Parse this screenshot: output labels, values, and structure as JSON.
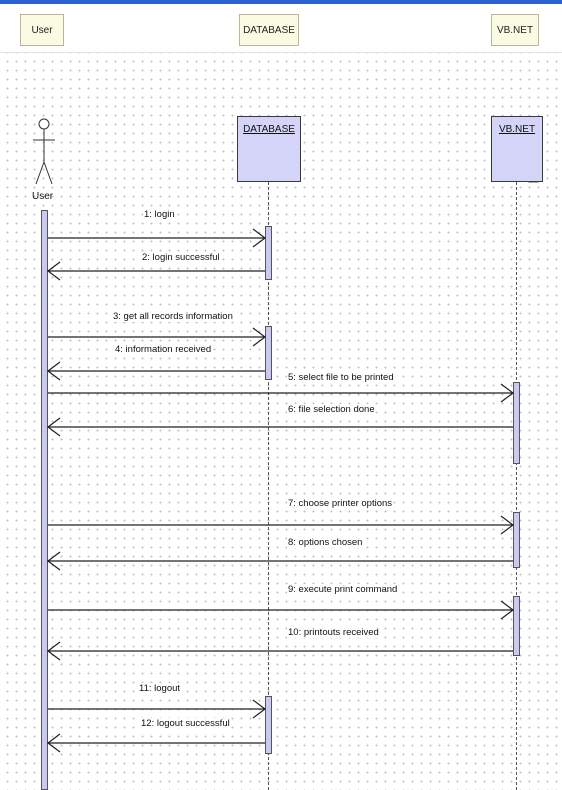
{
  "header": {
    "user": "User",
    "database": "DATABASE",
    "vbnet": "VB.NET"
  },
  "participants": {
    "actor": "User",
    "database": "DATABASE",
    "vbnet": "VB.NET"
  },
  "messages": {
    "m1": "1: login",
    "m2": "2: login successful",
    "m3": "3: get all records information",
    "m4": "4: information received",
    "m5": "5: select file to be printed",
    "m6": "6: file selection done",
    "m7": "7: choose printer options",
    "m8": "8: options chosen",
    "m9": "9: execute print command",
    "m10": "10: printouts received",
    "m11": "11: logout",
    "m12": "12: logout successful"
  },
  "colors": {
    "activation": "#c9c9f3",
    "object_box": "#d4d4f8",
    "header_box": "#fbfbe3",
    "top_bar": "#2f5fd0"
  }
}
